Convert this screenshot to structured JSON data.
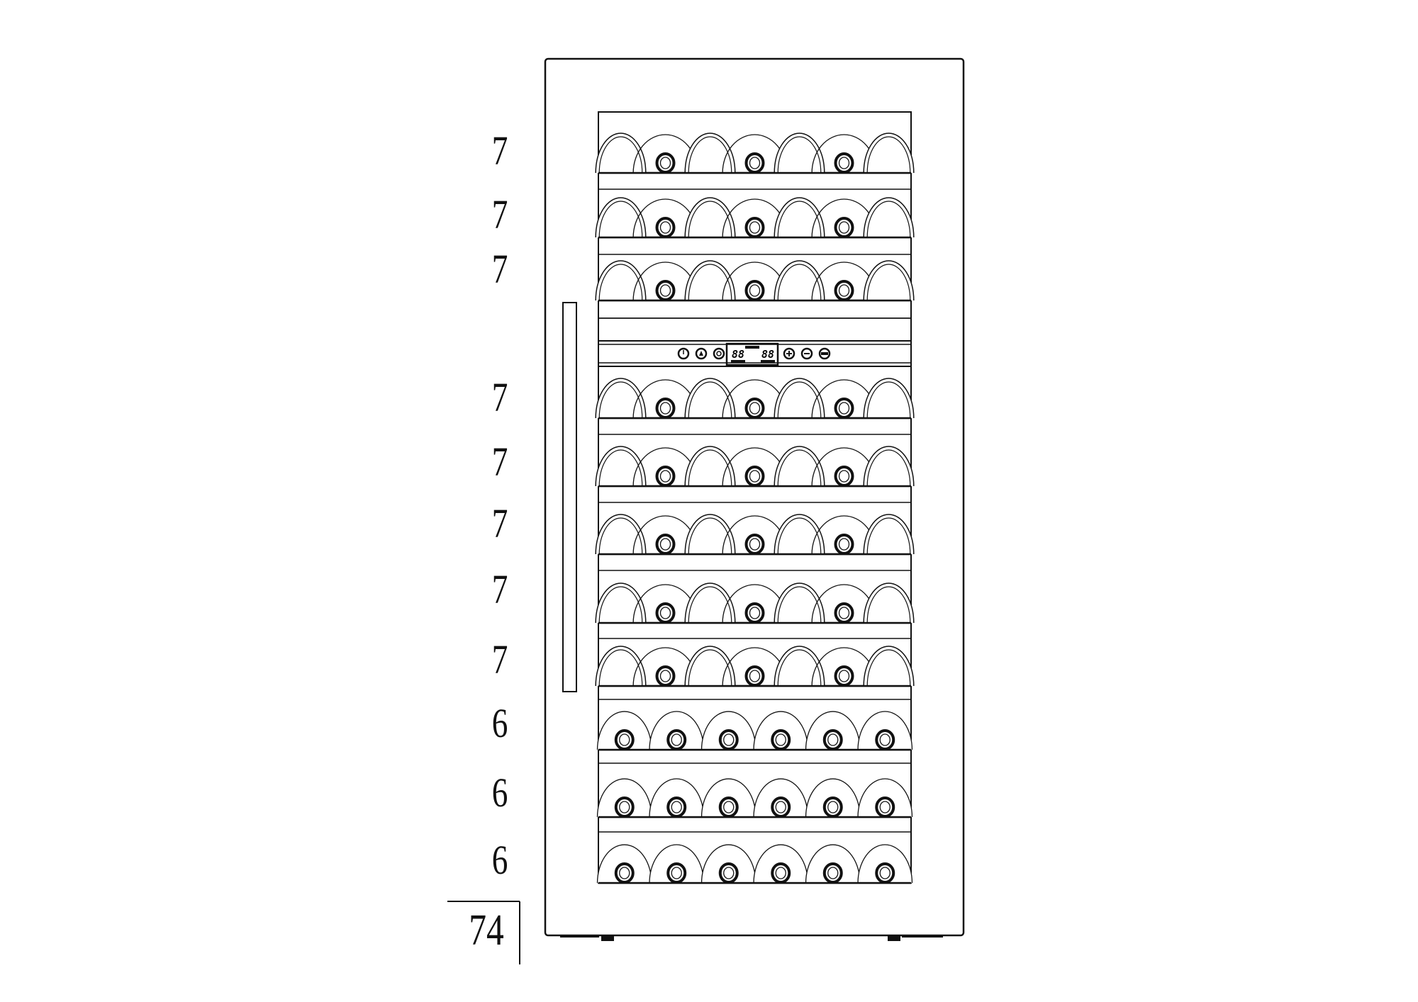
{
  "shelves": [
    {
      "count_label": "7",
      "bottles": 7
    },
    {
      "count_label": "7",
      "bottles": 7
    },
    {
      "count_label": "7",
      "bottles": 7
    },
    {
      "count_label": "7",
      "bottles": 7
    },
    {
      "count_label": "7",
      "bottles": 7
    },
    {
      "count_label": "7",
      "bottles": 7
    },
    {
      "count_label": "7",
      "bottles": 7
    },
    {
      "count_label": "7",
      "bottles": 7
    },
    {
      "count_label": "6",
      "bottles": 6
    },
    {
      "count_label": "6",
      "bottles": 6
    },
    {
      "count_label": "6",
      "bottles": 6
    }
  ],
  "total": "74",
  "control_panel": {
    "display_left": "88",
    "display_right": "88",
    "buttons": [
      "power-icon",
      "light-icon",
      "temp-unit-icon",
      "plus-icon",
      "minus-icon",
      "zone-icon"
    ]
  },
  "colors": {
    "line": "#111111",
    "background": "#ffffff"
  }
}
